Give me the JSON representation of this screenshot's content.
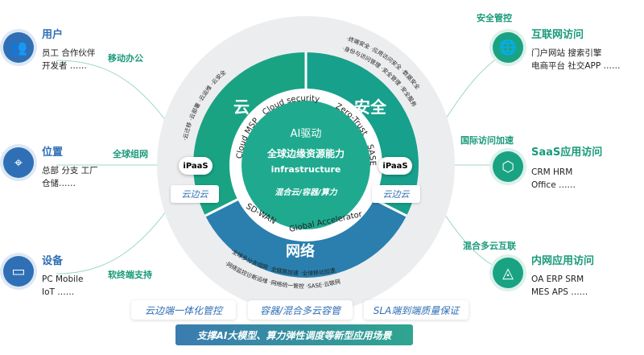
{
  "left": [
    {
      "title": "用户",
      "lines": [
        "员工 合作伙伴",
        "开发者 ……"
      ],
      "tag": "移动办公",
      "icon": "users-icon"
    },
    {
      "title": "位置",
      "lines": [
        "总部 分支 工厂",
        "仓储……"
      ],
      "tag": "全球组网",
      "icon": "location-pin-icon"
    },
    {
      "title": "设备",
      "lines": [
        "PC Mobile",
        "IoT ……"
      ],
      "tag": "软终端支持",
      "icon": "device-icon"
    }
  ],
  "right": [
    {
      "title": "互联网访问",
      "lines": [
        "门户网站 搜索引擎",
        "电商平台 社交APP ……"
      ],
      "tag": "安全管控",
      "icon": "globe-icon"
    },
    {
      "title": "SaaS应用访问",
      "lines": [
        "CRM HRM",
        "Office ……"
      ],
      "tag": "国际访问加速",
      "icon": "saas-icon"
    },
    {
      "title": "内网应用访问",
      "lines": [
        "OA ERP SRM",
        "MES APS ……"
      ],
      "tag": "混合多云互联",
      "icon": "intranet-icon"
    }
  ],
  "ipaas": "iPaaS",
  "edge": "云边云",
  "center": {
    "l1": "AI驱动",
    "l2": "全球边缘资源能力",
    "l3": "infrastructure",
    "l4": "混合云/容器/算力"
  },
  "inner_ring": {
    "cloud_security": "Cloud security",
    "zero_trust": "Zero-Trust",
    "cloud_msp": "Cloud MSP",
    "sase": "SASE",
    "sdwan": "SD-WAN",
    "global": "Global Accelerator"
  },
  "segments": {
    "cloud": "云",
    "security": "安全",
    "network": "网络"
  },
  "outer": {
    "cloud": "·云迁移 ·云部署 ·云运维 ·云安全",
    "sec1": "·终端安全 ·应用访问安全 ·数据安全",
    "sec2": "·身份与访问管理 ·安全管理 ·安全服务",
    "net1": "·全球多分支组网 ·全链路加速 ·全球移动加速",
    "net2": "·网络监控诊断运维 ·网络统一管控 ·SASE·云联网"
  },
  "bottom": [
    "云边端一体化管控",
    "容器/混合多云容管",
    "SLA端到端质量保证"
  ],
  "banner": "支撑AI大模型、算力弹性调度等新型应用场景"
}
